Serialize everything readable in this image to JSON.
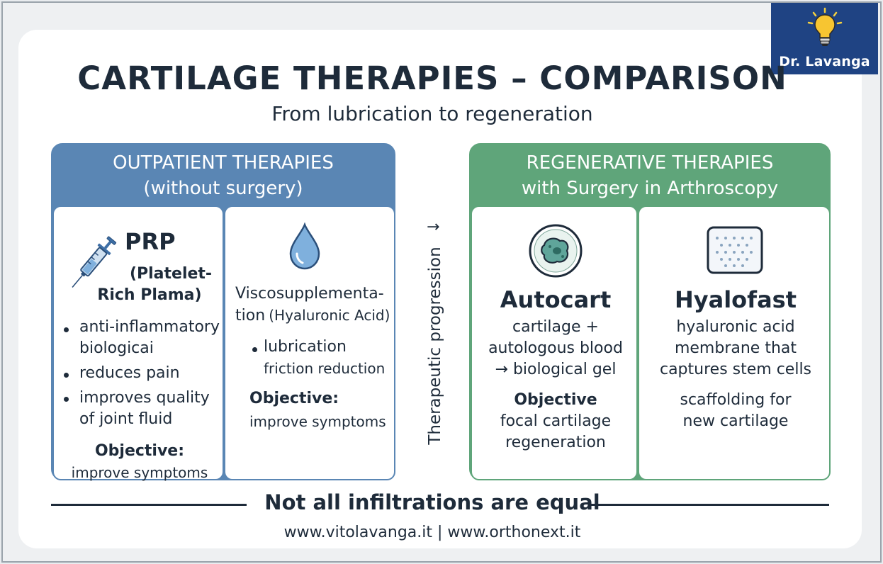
{
  "badge": {
    "name": "Dr. Lavanga",
    "icon": "lightbulb-icon"
  },
  "title": "CARTILAGE THERAPIES – COMPARISON",
  "subtitle": "From lubrication to regeneration",
  "outpatient": {
    "header_line1": "OUTPATIENT THERAPIES",
    "header_line2": "(without surgery)",
    "color": "#5a86b4",
    "prp": {
      "icon": "syringe-icon",
      "name": "PRP",
      "full_line1": "(Platelet-",
      "full_line2": "Rich Plama)",
      "bullets": [
        {
          "line1": "anti-inflammatory",
          "line2": "biologicai"
        },
        {
          "line1": "reduces pain",
          "line2": ""
        },
        {
          "line1": "improves quality",
          "line2": "of joint fluid"
        }
      ],
      "objective_label": "Objective:",
      "objective_text": "improve symptoms"
    },
    "visco": {
      "icon": "droplet-icon",
      "name_line1": "Viscosupplementa-",
      "name_line2a": "tion",
      "name_line2b": "(Hyaluronic Acid)",
      "bullet_line1": "lubrication",
      "bullet_line2": "friction reduction",
      "objective_label": "Objective:",
      "objective_text": "improve symptoms"
    }
  },
  "progression": {
    "label": "Therapeutic progression",
    "arrow": "→"
  },
  "regenerative": {
    "header_line1": "REGENERATIVE THERAPIES",
    "header_line2": "with Surgery in Arthroscopy",
    "color": "#5fa57a",
    "autocart": {
      "icon": "cell-icon",
      "name": "Autocart",
      "lines": [
        "cartilage +",
        "autologous blood",
        "→ biological gel"
      ],
      "objective_label": "Objective",
      "objective_lines": [
        "focal cartilage",
        "regeneration"
      ]
    },
    "hyalofast": {
      "icon": "membrane-icon",
      "name": "Hyalofast",
      "lines": [
        "hyaluronic acid",
        "membrane that",
        "captures stem cells"
      ],
      "extra_lines": [
        "scaffolding for",
        "new cartilage"
      ]
    }
  },
  "footer": {
    "tagline": "Not all infiltrations are equal",
    "urls": "www.vitolavanga.it | www.orthonext.it"
  }
}
